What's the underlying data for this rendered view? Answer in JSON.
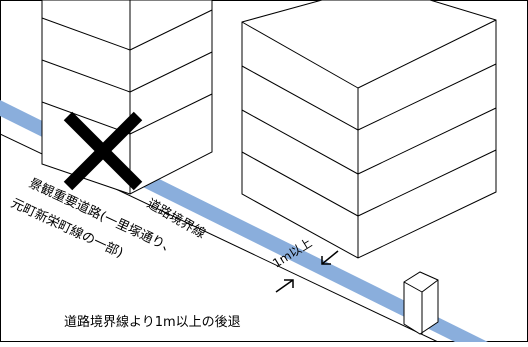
{
  "labels": {
    "road_name_line1": "景観重要道路(一里塚通り、",
    "road_name_line2": "元町新栄町線の一部)",
    "boundary_line": "道路境界線",
    "setback_distance": "1m以上",
    "setback_caption": "道路境界線より1m以上の後退"
  },
  "colors": {
    "road_band": "#8aaedc",
    "line": "#000000",
    "background": "#ffffff"
  }
}
